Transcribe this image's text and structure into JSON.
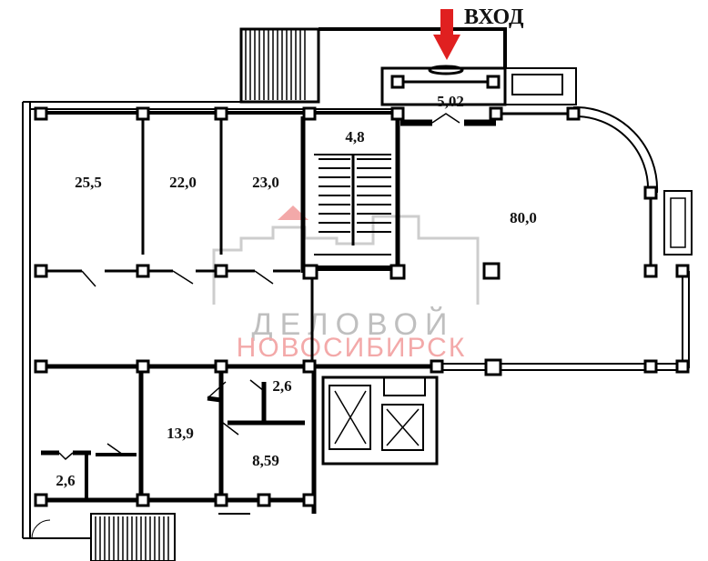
{
  "entrance_label": "ВХОД",
  "watermark": {
    "line1": "ДЕЛОВОЙ",
    "line2": "НОВОСИБИРСК"
  },
  "rooms": [
    {
      "name": "room-25-5",
      "area": "25,5"
    },
    {
      "name": "room-22-0",
      "area": "22,0"
    },
    {
      "name": "room-23-0",
      "area": "23,0"
    },
    {
      "name": "room-4-8",
      "area": "4,8"
    },
    {
      "name": "room-5-02",
      "area": "5,02"
    },
    {
      "name": "room-80-0",
      "area": "80,0"
    },
    {
      "name": "room-13-9",
      "area": "13,9"
    },
    {
      "name": "room-2-6-wc",
      "area": "2,6"
    },
    {
      "name": "room-8-59",
      "area": "8,59"
    },
    {
      "name": "room-2-6-corner",
      "area": "2,6"
    }
  ],
  "colors": {
    "wall": "#000000",
    "arrow": "#e02020",
    "watermark_red": "#f2a0a0",
    "watermark_grey": "#b9b9b9"
  }
}
